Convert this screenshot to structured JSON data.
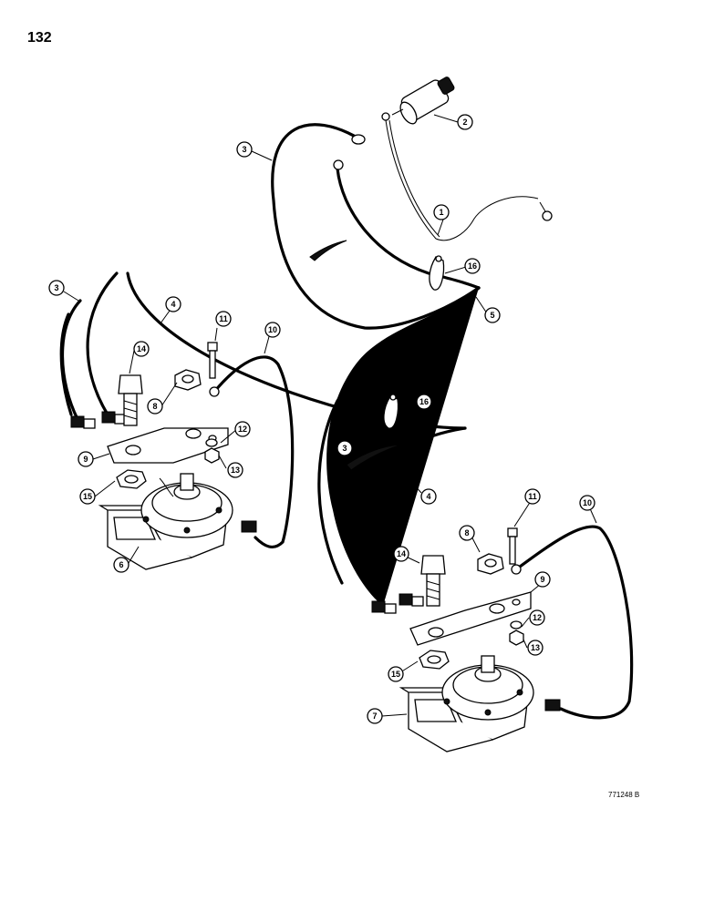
{
  "page": {
    "number": "132",
    "figure_code": "771248 B"
  },
  "callouts": [
    "1",
    "2",
    "3",
    "3",
    "3",
    "4",
    "4",
    "5",
    "6",
    "7",
    "8",
    "8",
    "9",
    "9",
    "10",
    "10",
    "11",
    "11",
    "12",
    "12",
    "13",
    "13",
    "14",
    "14",
    "15",
    "15",
    "16",
    "16"
  ]
}
